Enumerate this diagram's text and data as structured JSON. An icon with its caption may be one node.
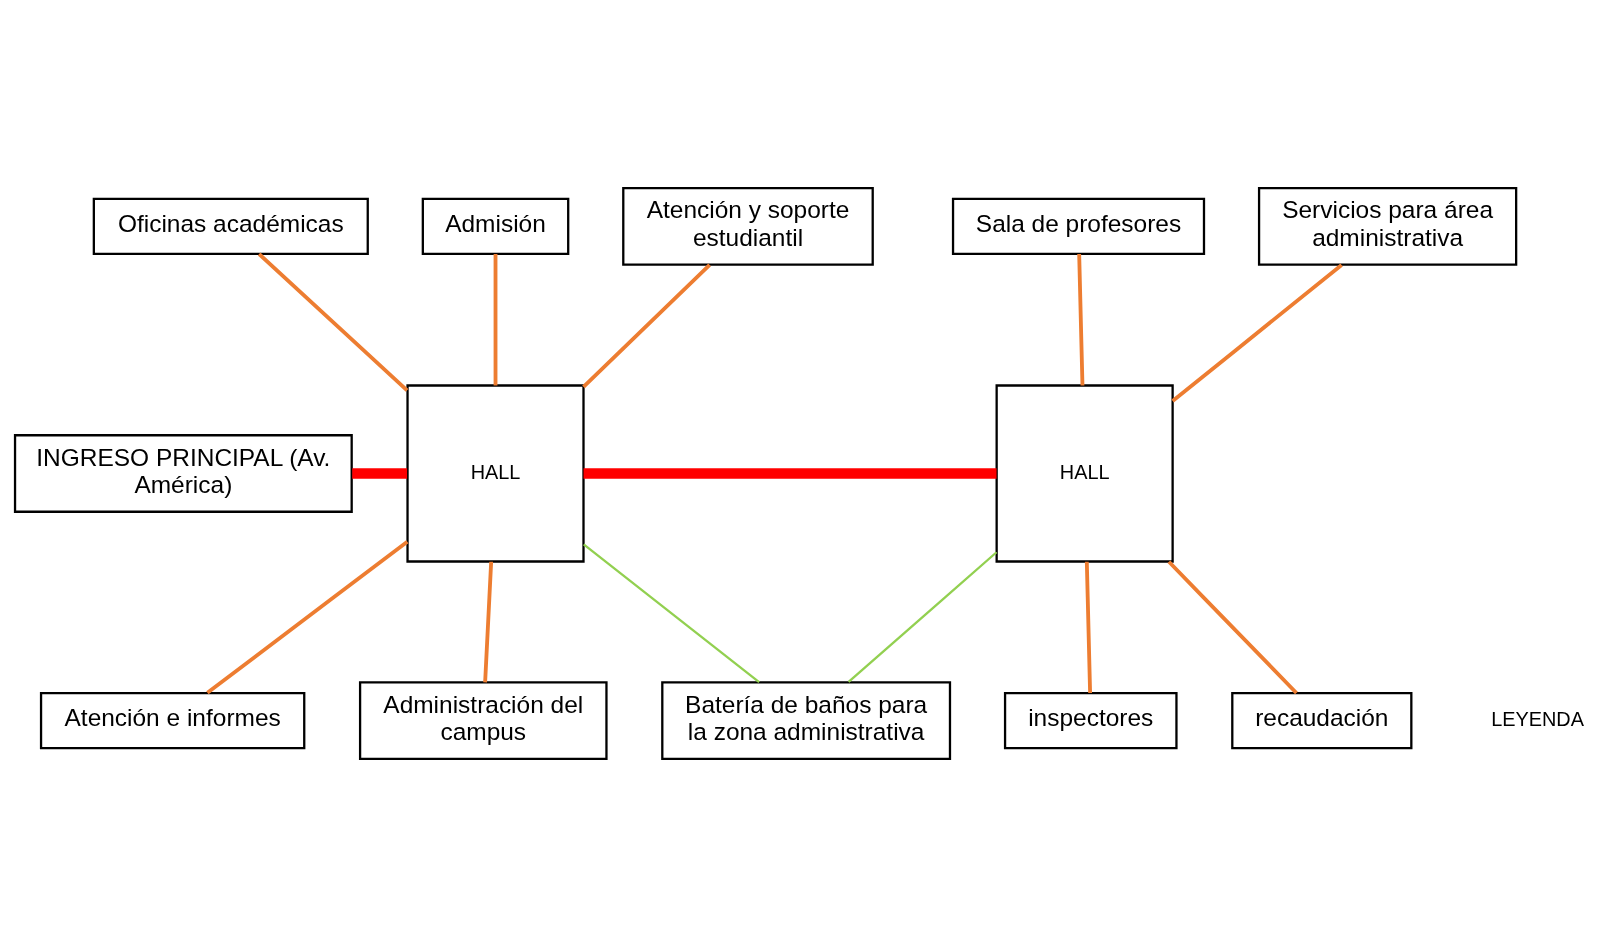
{
  "diagram": {
    "nodes": [
      {
        "text": [
          "Oficinas académicas"
        ]
      },
      {
        "text": [
          "Admisión"
        ]
      },
      {
        "text": [
          "Atención y soporte estudiantil"
        ]
      },
      {
        "text": [
          "Sala de profesores"
        ]
      },
      {
        "text": [
          "Servicios para área administrativa"
        ]
      },
      {
        "text": [
          "INGRESO PRINCIPAL (Av. América)"
        ]
      },
      {
        "text": [
          "HALL"
        ]
      },
      {
        "text": [
          "HALL"
        ]
      },
      {
        "text": [
          "inspectores"
        ]
      },
      {
        "text": [
          "Batería de baños para la zona administrativa"
        ]
      },
      {
        "text": [
          "Atención e informes"
        ]
      },
      {
        "text": [
          "Administración del campus"
        ]
      },
      {
        "text": [
          "recaudación"
        ]
      }
    ],
    "edges": [
      {
        "from": 1,
        "to": 6,
        "arrow": "none"
      },
      {
        "from": 0,
        "to": 6,
        "arrow": "none"
      },
      {
        "from": 2,
        "to": 6,
        "arrow": "none"
      },
      {
        "from": 5,
        "to": 6,
        "arrow": "none",
        "style": "thick",
        "color": "#ff0000"
      },
      {
        "from": 6,
        "to": 7,
        "arrow": "none",
        "style": "thick",
        "color": "#ff0000"
      },
      {
        "from": 3,
        "to": 7,
        "arrow": "none"
      },
      {
        "from": 4,
        "to": 7,
        "arrow": "none"
      },
      {
        "from": 6,
        "to": 10,
        "arrow": "none"
      },
      {
        "from": 6,
        "to": 11,
        "arrow": "none"
      },
      {
        "from": 6,
        "to": 9,
        "arrow": "none",
        "color": "#92d050"
      },
      {
        "from": 7,
        "to": 9,
        "arrow": "none",
        "color": "#92d050"
      },
      {
        "from": 7,
        "to": 12,
        "arrow": "none"
      },
      {
        "from": 7,
        "to": 8,
        "arrow": "none"
      }
    ],
    "labels": [
      "LEYENDA"
    ]
  }
}
